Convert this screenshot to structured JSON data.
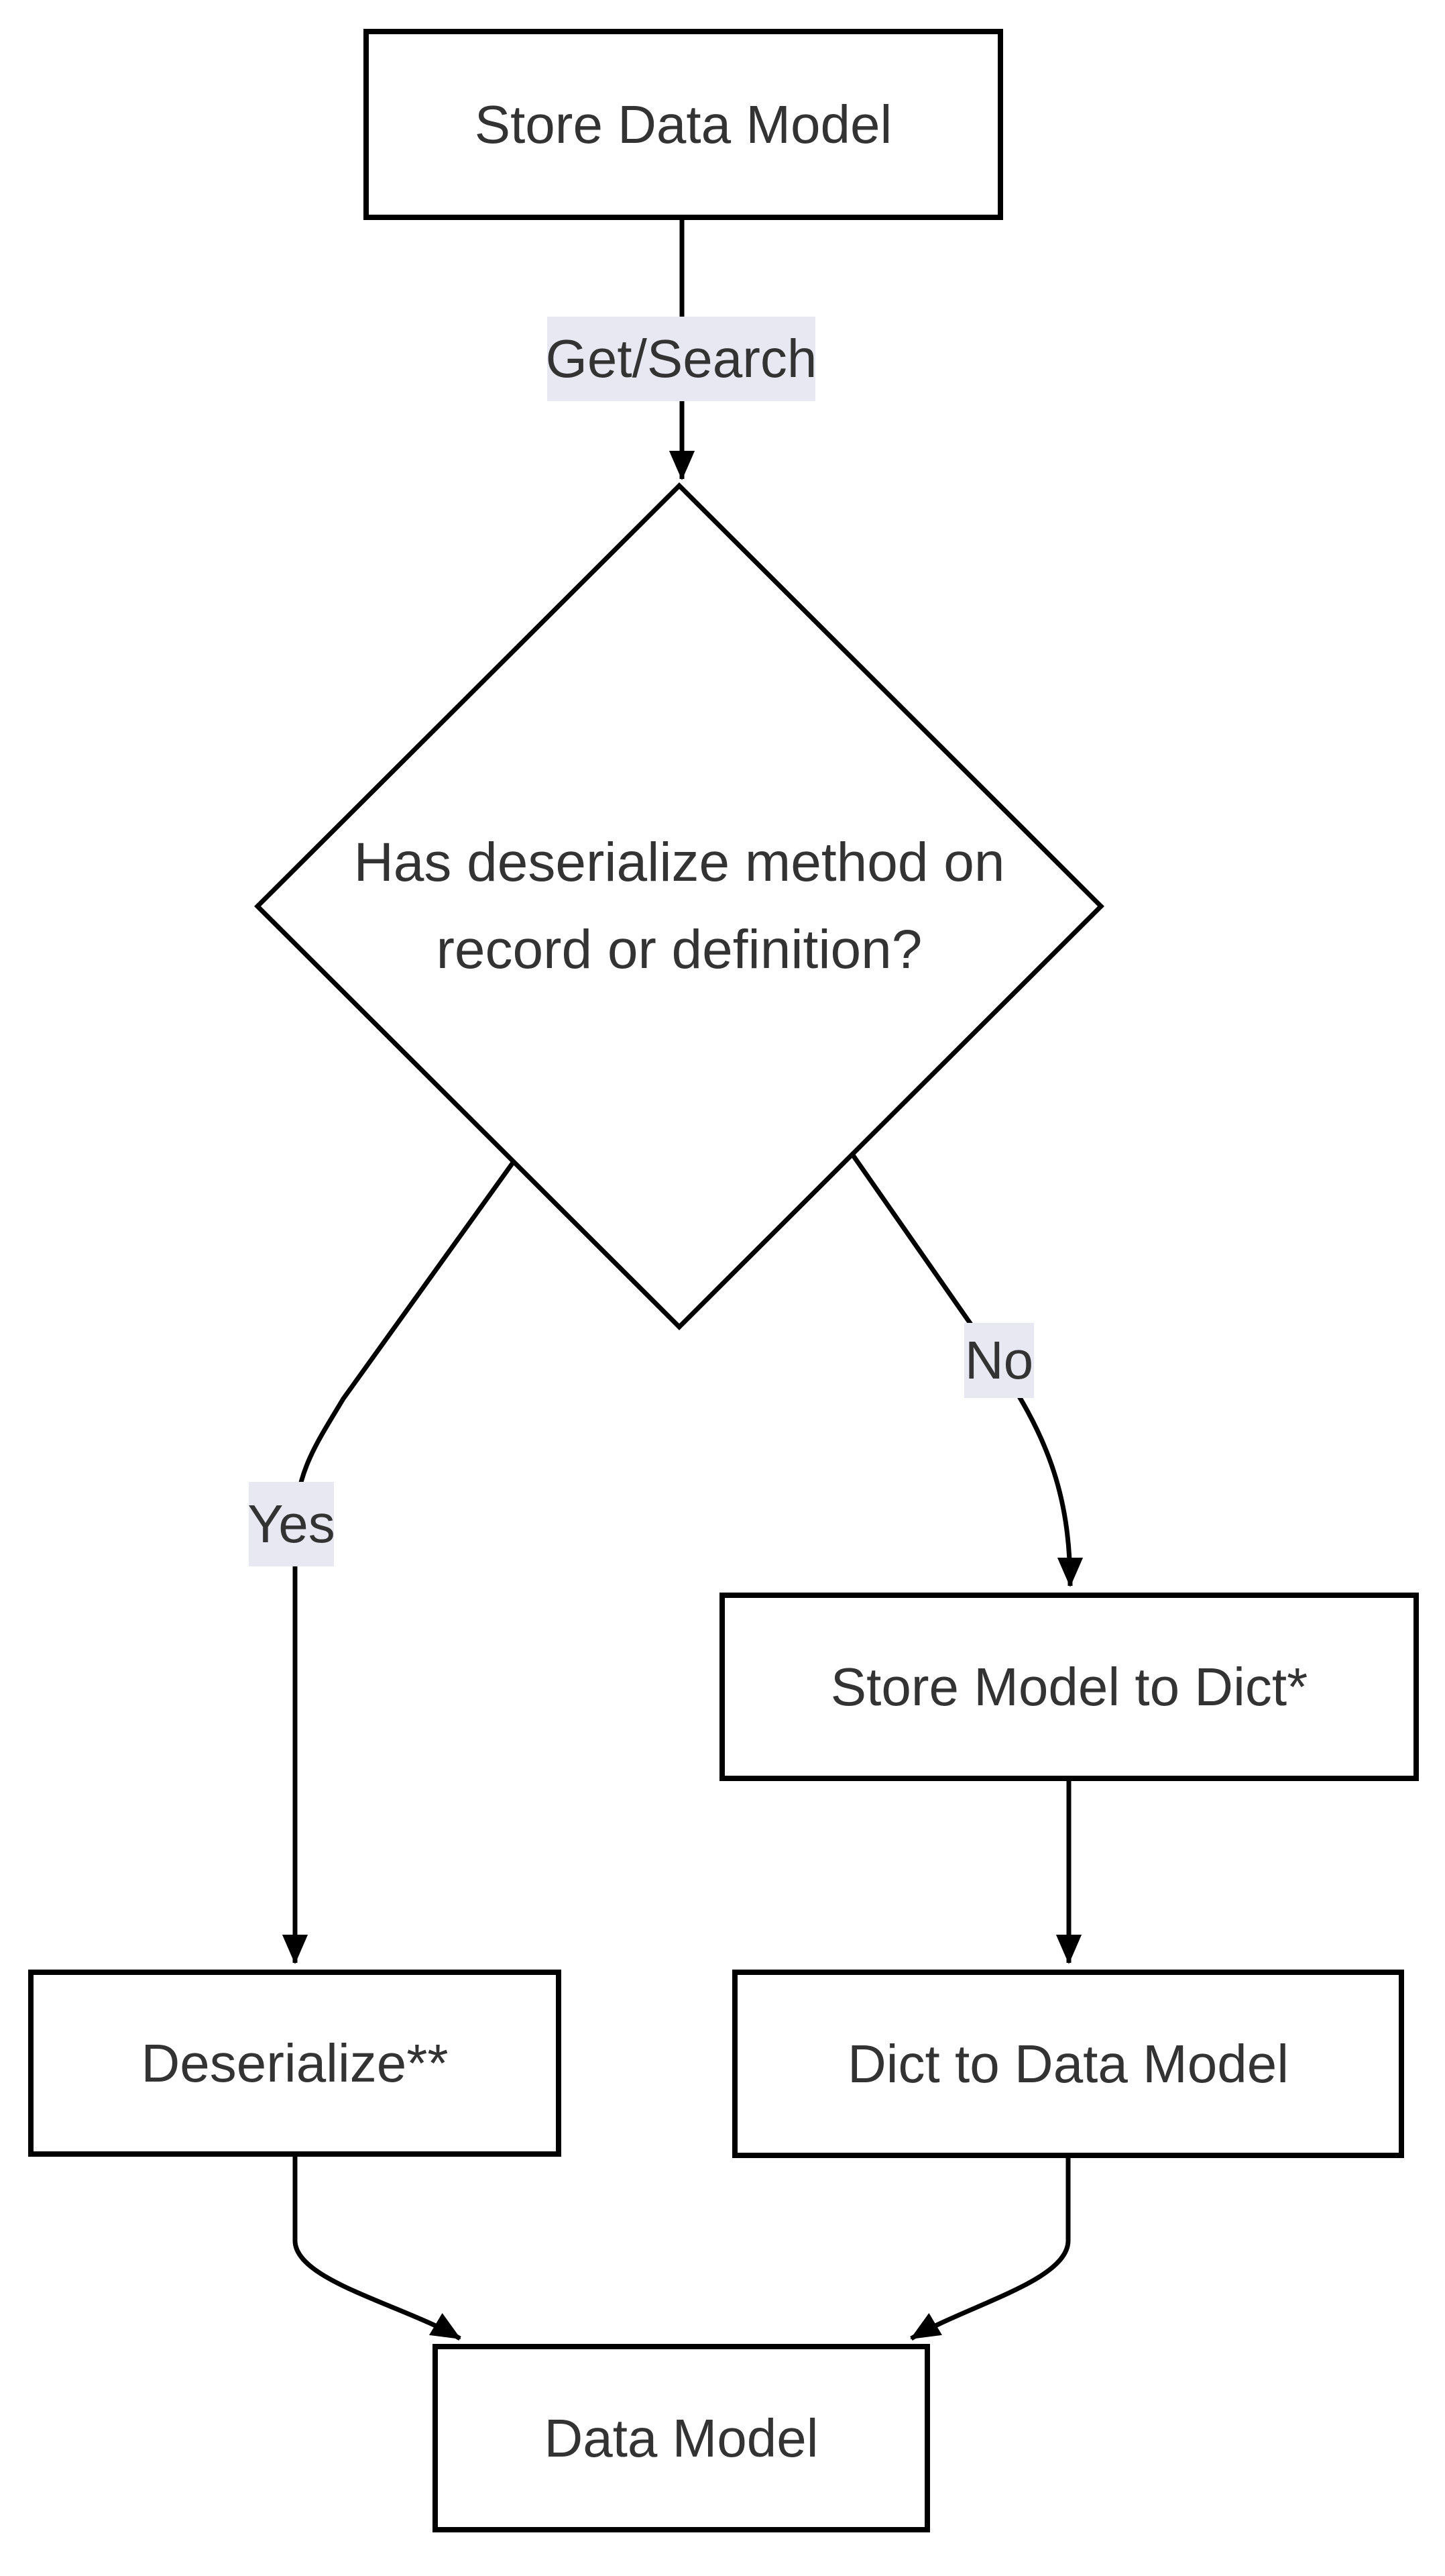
{
  "diagram": {
    "type": "flowchart",
    "background": "#ffffff",
    "colors": {
      "node_fill": "#ffffff",
      "node_border": "#000000",
      "edge_stroke": "#000000",
      "text": "#333333",
      "edge_label_bg": "#e8e8f2"
    },
    "nodes": {
      "store_data_model": {
        "label": "Store Data Model"
      },
      "decision": {
        "lines": [
          "Has deserialize method on",
          "record or definition?"
        ]
      },
      "store_model_to_dict": {
        "label": "Store Model to Dict*"
      },
      "deserialize": {
        "label": "Deserialize**"
      },
      "dict_to_data_model": {
        "label": "Dict to Data Model"
      },
      "data_model": {
        "label": "Data Model"
      }
    },
    "edge_labels": {
      "get_search": "Get/Search",
      "yes": "Yes",
      "no": "No"
    }
  }
}
